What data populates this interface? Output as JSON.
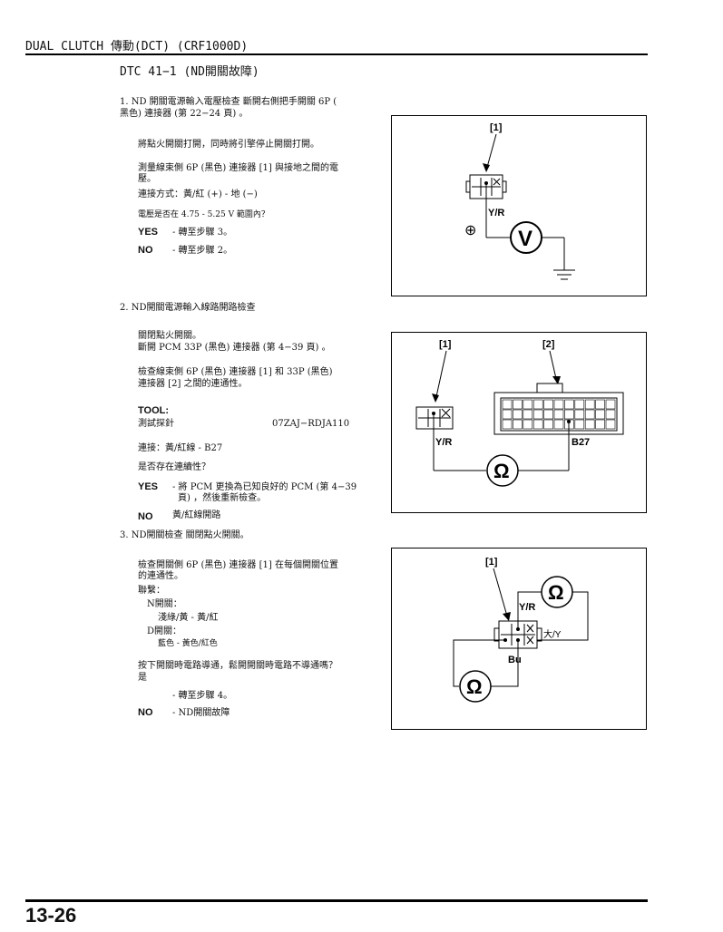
{
  "header": {
    "title": "DUAL CLUTCH 傳動(DCT) (CRF1000D)",
    "dtc": "DTC 41−1 (ND開關故障)"
  },
  "step1": {
    "heading": "1. ND 開關電源輸入電壓檢查 斷開右側把手開關 6P (",
    "heading2": "黑色) 連接器 (第 22−24 頁) 。",
    "p1": "將點火開關打開，同時將引擎停止開關打開。",
    "p2a": "測量線束側 6P (黑色) 連接器 [1] 與接地之間的電",
    "p2b": "壓。",
    "p3": "連接方式：黃/紅 (+) - 地 (−)",
    "p4": "電壓是否在 4.75 - 5.25 V 範圍內？",
    "yes_label": "YES",
    "yes_text": "- 轉至步驟 3。",
    "no_label": "NO",
    "no_text": "- 轉至步驟 2。"
  },
  "step2": {
    "heading": "2. ND開關電源輸入線路開路檢查",
    "p1": "關閉點火開關。",
    "p2": "斷開 PCM 33P (黑色) 連接器 (第 4−39 頁) 。",
    "p3a": "檢查線束側 6P (黑色) 連接器 [1] 和 33P (黑色)",
    "p3b": "連接器 [2] 之間的連通性。",
    "tool_label": "TOOL:",
    "tool_name": "測試探針",
    "tool_code": "07ZAJ−RDJA110",
    "p4": "連接：黃/紅線 - B27",
    "p5": "是否存在連續性？",
    "yes_label": "YES",
    "yes_text_a": "- 將 PCM 更換為已知良好的 PCM (第 4−39",
    "yes_text_b": "頁) ，然後重新檢查。",
    "no_label": "NO",
    "no_text": "黃/紅線開路"
  },
  "step3": {
    "heading": "3. ND開關檢查 關閉點火開關。",
    "p1a": "檢查開關側 6P (黑色) 連接器 [1] 在每個開關位置",
    "p1b": "的連通性。",
    "p2": "聯繫：",
    "p3": "N開關：",
    "p4": "淺綠/黃 - 黃/紅",
    "p5": "D開關：",
    "p6": "藍色 - 黃色/紅色",
    "p7": "按下開關時電路導通，鬆開開關時電路不導通嗎？",
    "p8": "是",
    "yes_text": "- 轉至步驟 4。",
    "no_label": "NO",
    "no_text": "- ND開關故障"
  },
  "diagram1": {
    "callout": "[1]",
    "wire": "Y/R",
    "plus": "⊕",
    "meter": "V"
  },
  "diagram2": {
    "callout1": "[1]",
    "callout2": "[2]",
    "wire": "Y/R",
    "pin": "B27",
    "meter": "Ω"
  },
  "diagram3": {
    "callout": "[1]",
    "wire1": "Y/R",
    "wire2": "大/Y",
    "wire3": "Bu",
    "meter": "Ω"
  },
  "footer": {
    "page": "13-26"
  }
}
